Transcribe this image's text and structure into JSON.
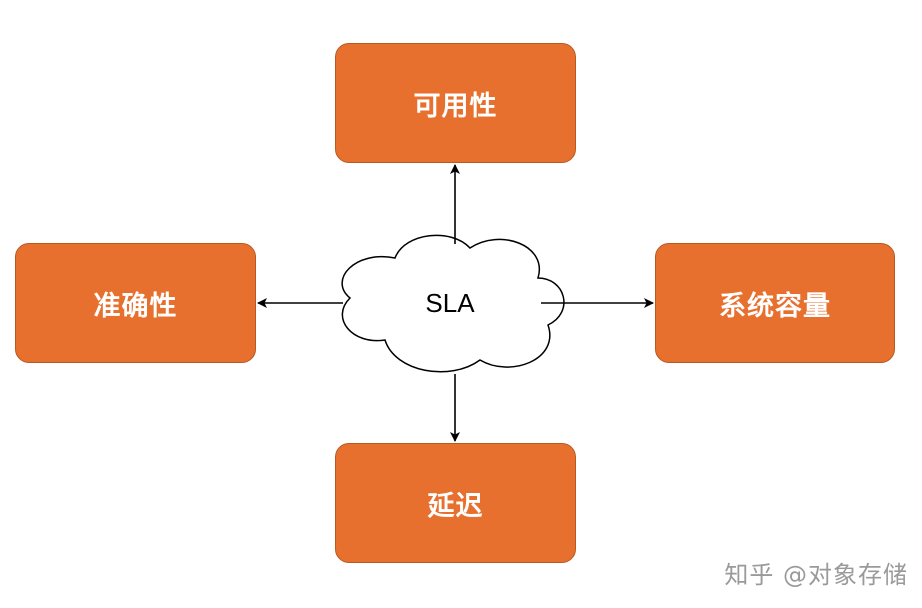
{
  "diagram": {
    "center": "SLA",
    "nodes": {
      "top": "可用性",
      "left": "准确性",
      "right": "系统容量",
      "bottom": "延迟"
    },
    "colors": {
      "node_fill": "#e8702f",
      "node_border": "#b85a20",
      "node_text": "#ffffff",
      "arrow": "#000000"
    }
  },
  "watermark": "知乎 @对象存储"
}
